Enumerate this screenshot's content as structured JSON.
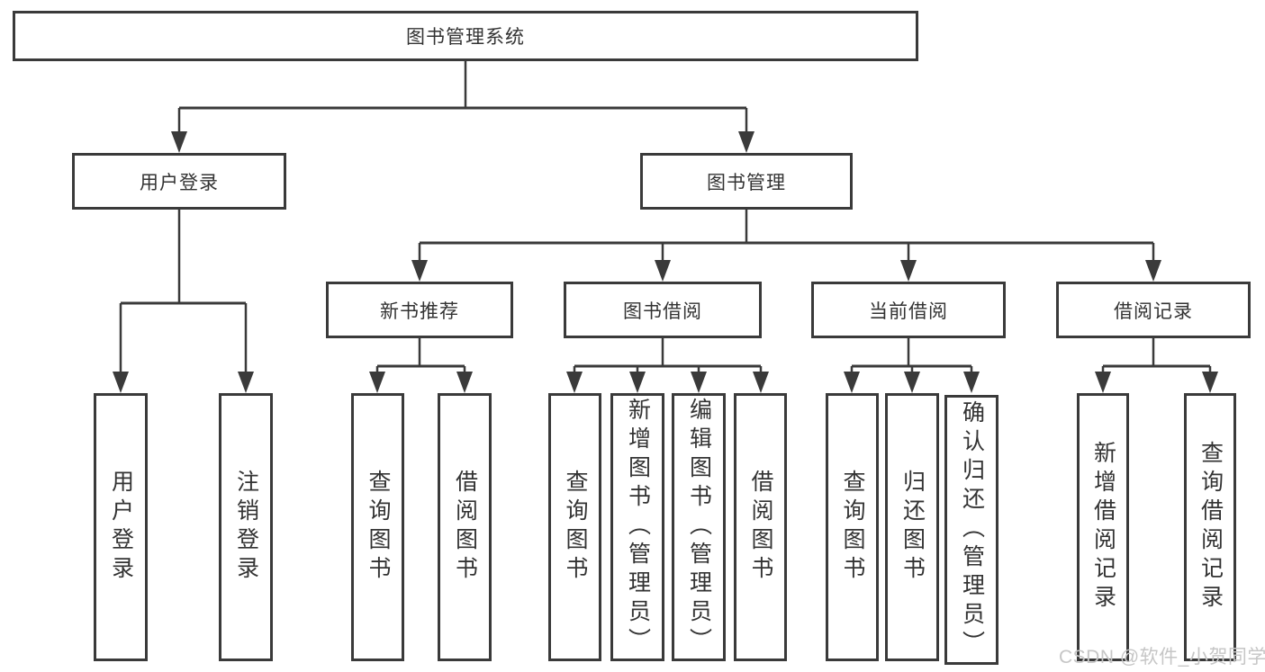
{
  "watermark": "CSDN @软件_小贺同学",
  "colors": {
    "line": "#3a3a3a",
    "text": "#333333",
    "watermark": "#c6c6c6",
    "box_bg": "#ffffff"
  },
  "tree": {
    "root": {
      "label": "图书管理系统"
    },
    "branches": [
      {
        "label": "用户登录",
        "children": [
          {
            "label": "用户登录"
          },
          {
            "label": "注销登录"
          }
        ]
      },
      {
        "label": "图书管理",
        "children": [
          {
            "label": "新书推荐",
            "children": [
              {
                "label": "查询图书"
              },
              {
                "label": "借阅图书"
              }
            ]
          },
          {
            "label": "图书借阅",
            "children": [
              {
                "label": "查询图书"
              },
              {
                "label": "新增图书（管理员）"
              },
              {
                "label": "编辑图书（管理员）"
              },
              {
                "label": "借阅图书"
              }
            ]
          },
          {
            "label": "当前借阅",
            "children": [
              {
                "label": "查询图书"
              },
              {
                "label": "归还图书"
              },
              {
                "label": "确认归还（管理员）"
              }
            ]
          },
          {
            "label": "借阅记录",
            "children": [
              {
                "label": "新增借阅记录"
              },
              {
                "label": "查询借阅记录"
              }
            ]
          }
        ]
      }
    ]
  }
}
